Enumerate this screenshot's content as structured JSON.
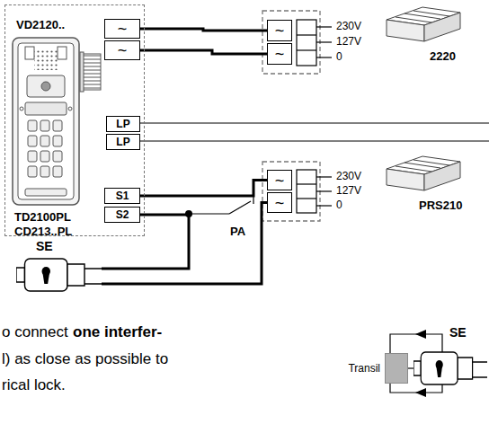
{
  "diagram": {
    "nodes": [
      {
        "text": [
          "VD2120..",
          "TD2100PL CD213..PL"
        ]
      },
      {
        "text": [
          "~"
        ],
        "in": 0
      },
      {
        "text": [
          "~"
        ],
        "in": 0
      },
      {
        "text": [
          "LP"
        ],
        "in": 0
      },
      {
        "text": [
          "LP"
        ],
        "in": 0
      },
      {
        "text": [
          "S1"
        ],
        "in": 0
      },
      {
        "text": [
          "S2"
        ],
        "in": 0
      },
      {
        "text": [
          "~"
        ]
      },
      {
        "text": [
          "~"
        ]
      },
      {
        "text": [
          "~"
        ]
      },
      {
        "text": [
          "~"
        ]
      },
      {
        "text": [
          "SE"
        ]
      },
      {
        "text": [
          "Transil"
        ]
      },
      {
        "text": [
          "SE"
        ]
      }
    ],
    "edges": [
      {
        "from": 1,
        "to": 7,
        "arrow": "none"
      },
      {
        "from": 2,
        "to": 8,
        "arrow": "none"
      },
      {
        "from": 5,
        "to": 9,
        "arrow": "none"
      },
      {
        "from": 6,
        "to": 11,
        "arrow": "none"
      },
      {
        "from": 11,
        "to": 10,
        "arrow": "none"
      },
      {
        "from": 12,
        "to": 13,
        "arrow": "none"
      }
    ],
    "labels": [
      "230V",
      "127V",
      "0",
      "2220",
      "230V",
      "127V",
      "0",
      "PRS210",
      "PA",
      "o connect",
      "one interfer-",
      "l) as close as possible to",
      "rical lock."
    ]
  }
}
